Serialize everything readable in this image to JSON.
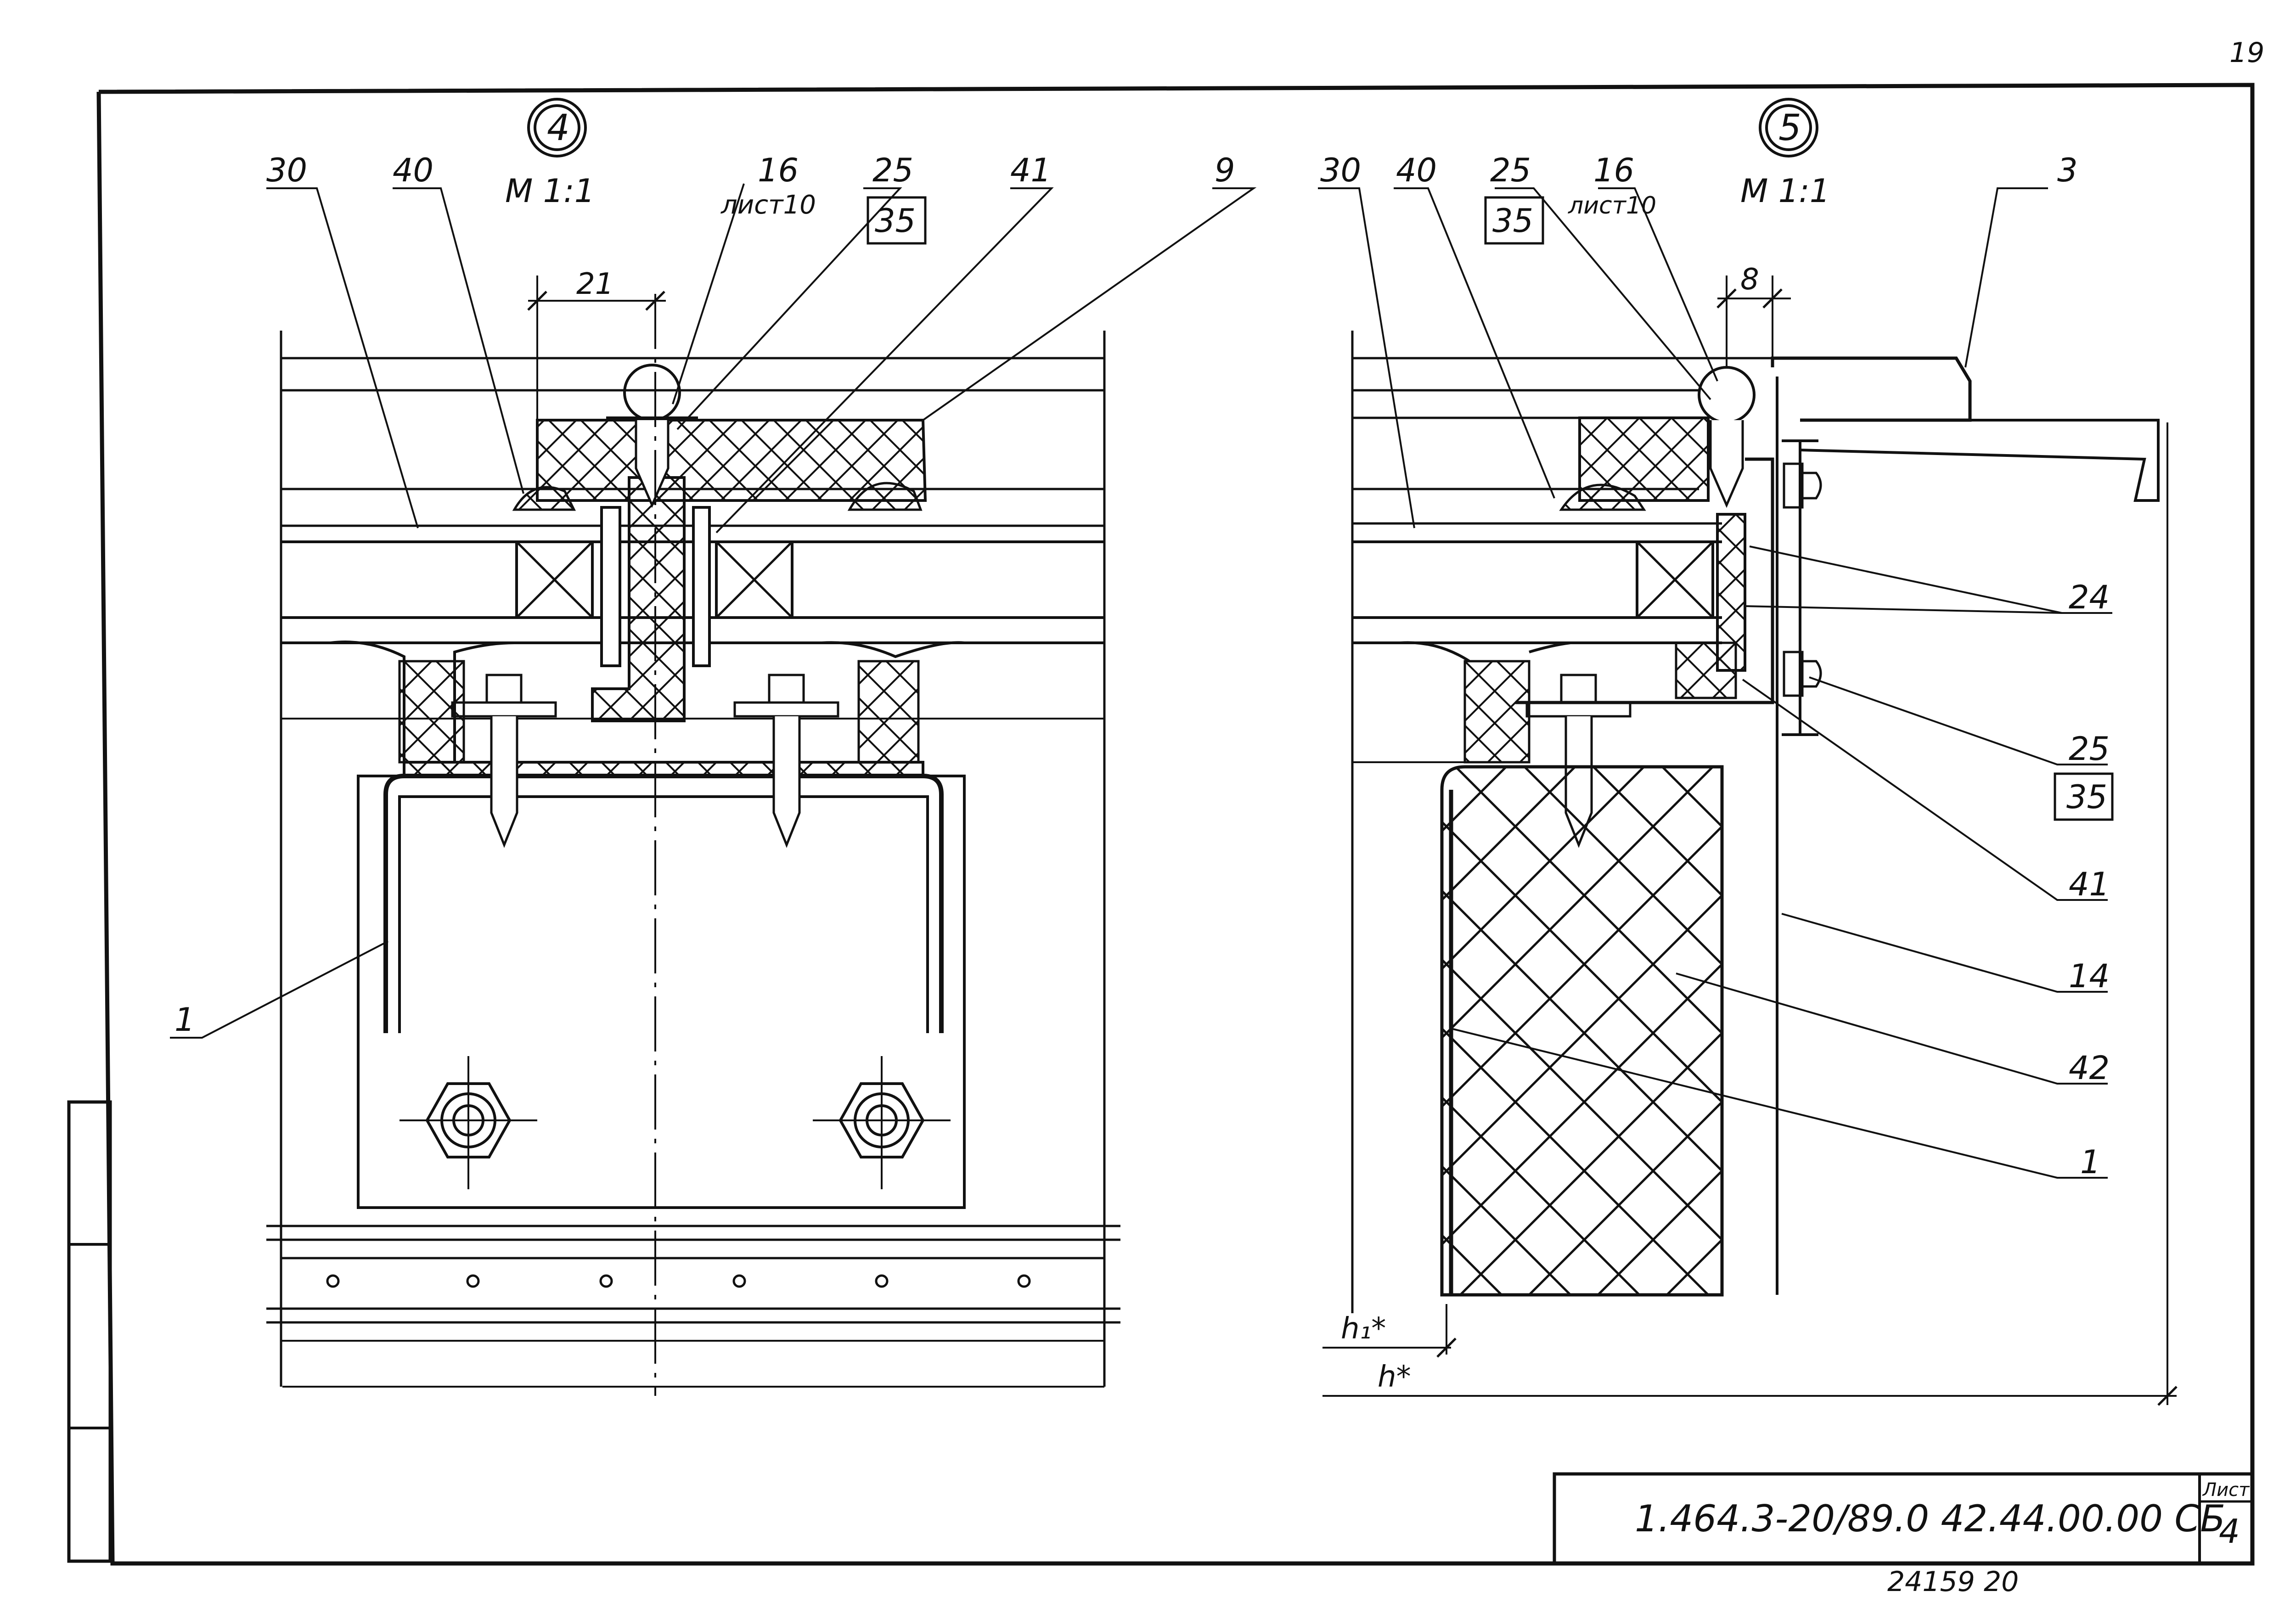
{
  "sheet": {
    "page_number": "19",
    "doc_code": "1.464.3-20/89.0 42.44.00.00 СБ",
    "sheet_label": "Лист",
    "sheet_number": "4",
    "archive_number": "24159 20"
  },
  "view4": {
    "circle_label": "4",
    "scale": "М 1:1",
    "callouts": {
      "c30": "30",
      "c40": "40",
      "c16": "16",
      "c16_sheet": "лист10",
      "c25": "25",
      "c35": "35",
      "c41": "41",
      "c9": "9",
      "c1": "1"
    },
    "dimension": "21"
  },
  "view5": {
    "circle_label": "5",
    "scale": "М 1:1",
    "callouts": {
      "c30": "30",
      "c40": "40",
      "c25": "25",
      "c35": "35",
      "c16": "16",
      "c16_sheet": "лист10",
      "c3": "3",
      "c24": "24",
      "c25b": "25",
      "c35b": "35",
      "c41": "41",
      "c14": "14",
      "c42": "42",
      "c1": "1"
    },
    "dimension": "8",
    "dim_h1": "h₁*",
    "dim_h": "h*"
  }
}
